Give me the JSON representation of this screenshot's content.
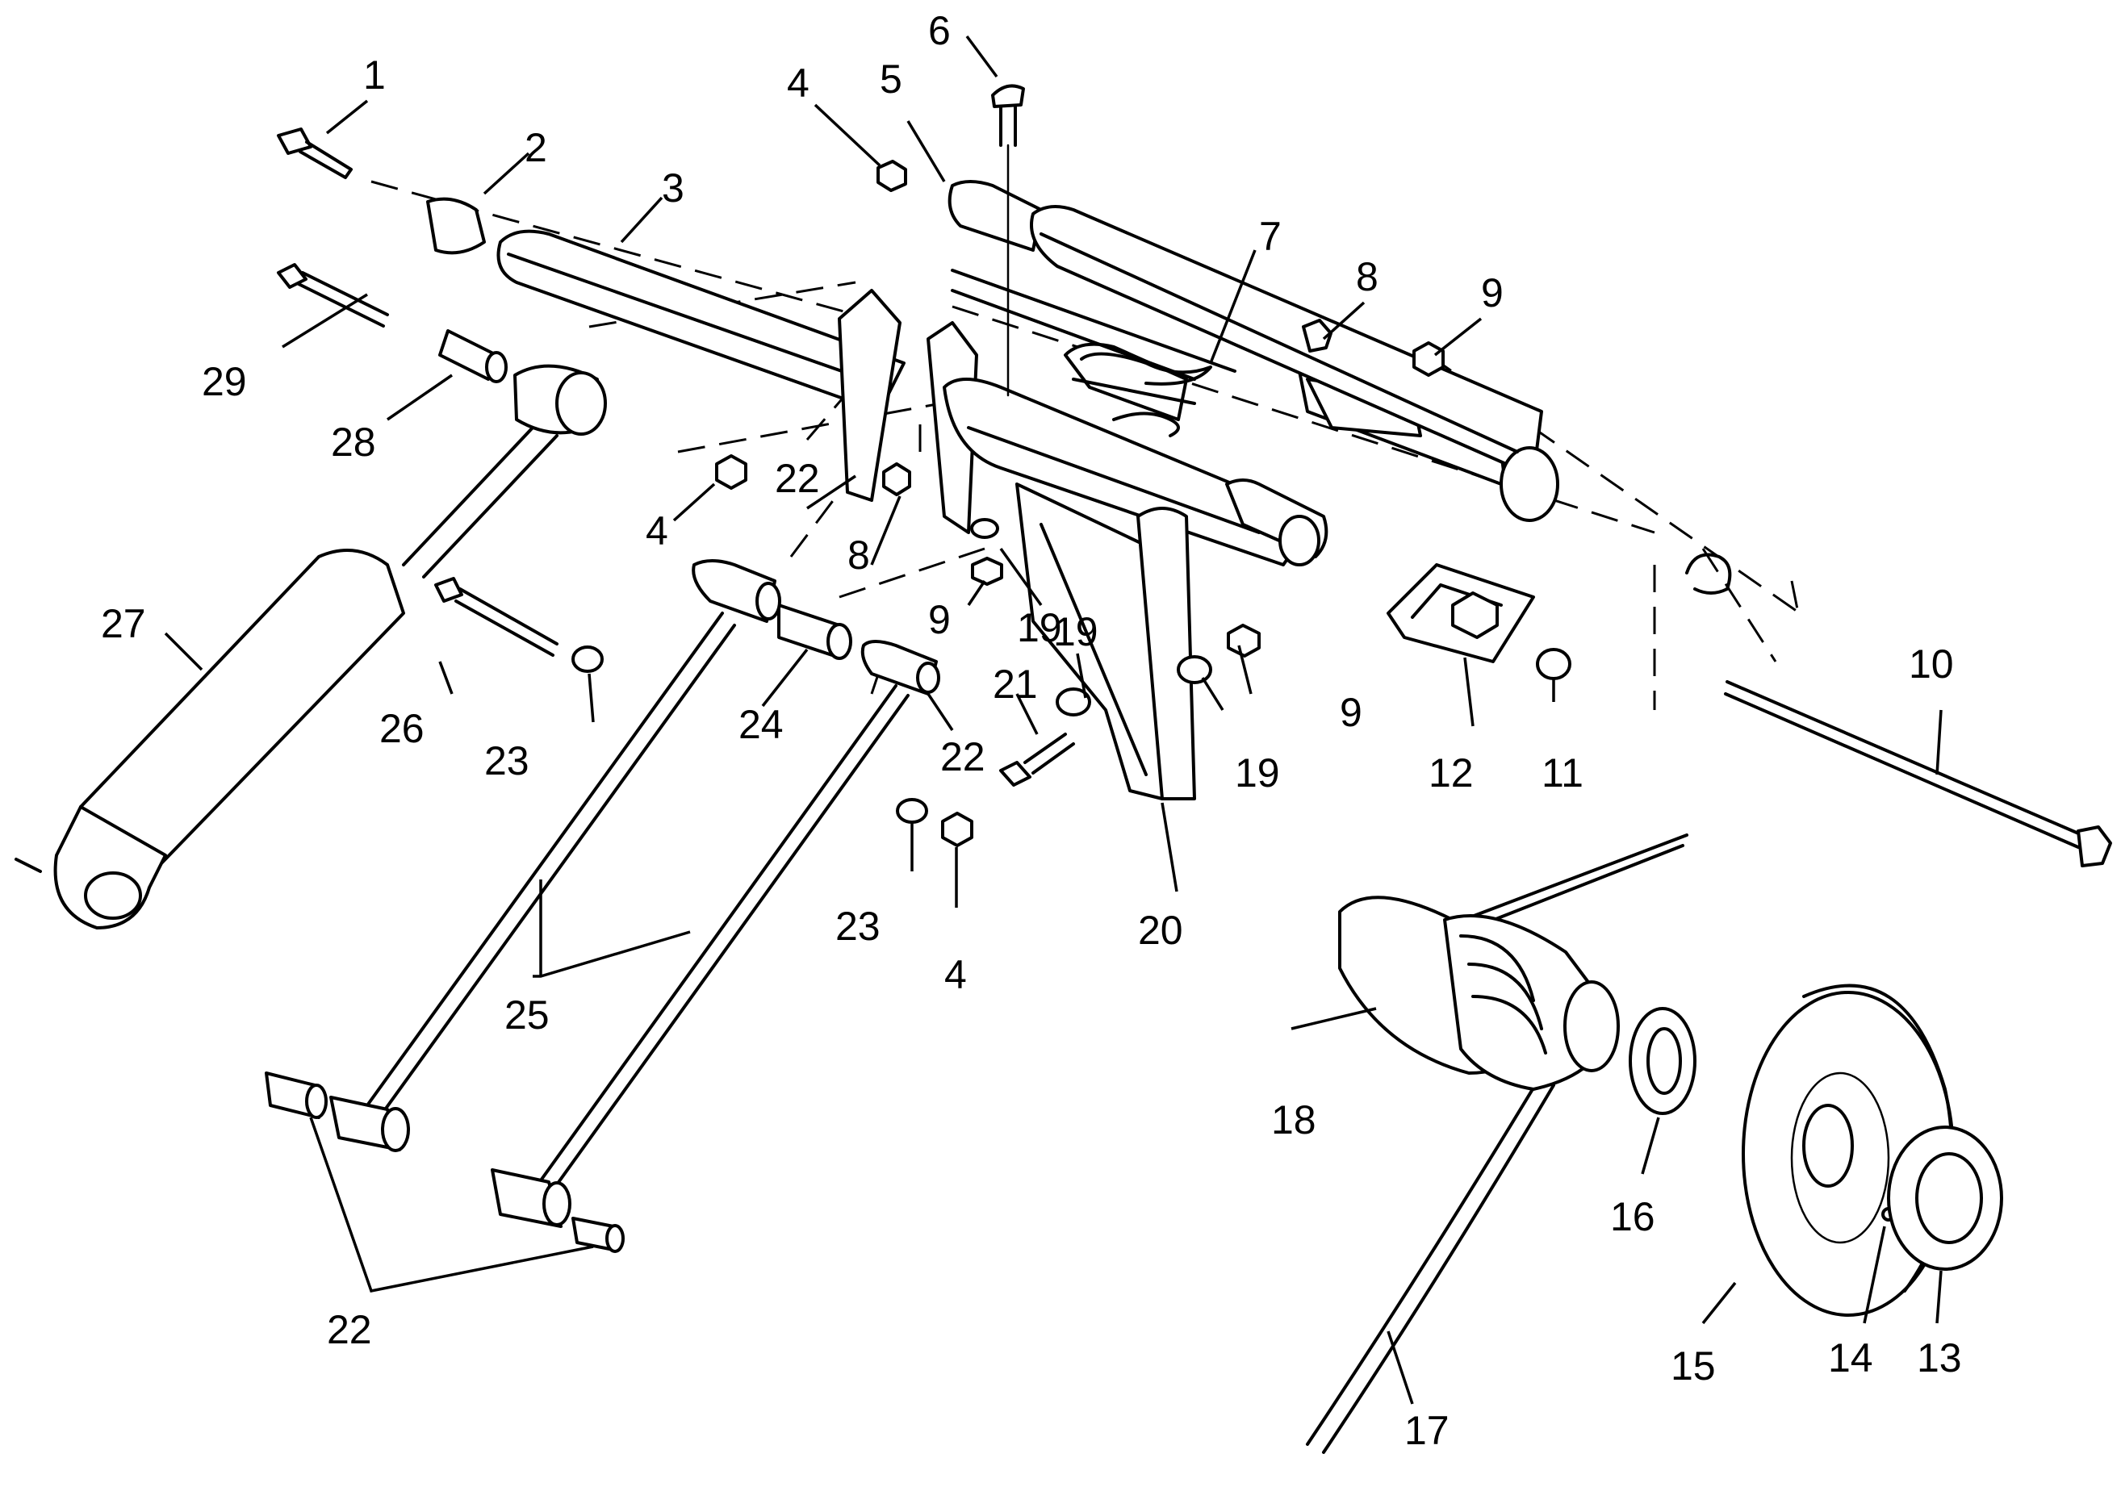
{
  "callouts": {
    "c1": "1",
    "c2": "2",
    "c3": "3",
    "c4a": "4",
    "c4b": "4",
    "c4c": "4",
    "c5": "5",
    "c6": "6",
    "c7": "7",
    "c8a": "8",
    "c8b": "8",
    "c9a": "9",
    "c9b": "9",
    "c9c": "9",
    "c10": "10",
    "c11": "11",
    "c12": "12",
    "c13": "13",
    "c14": "14",
    "c15": "15",
    "c16": "16",
    "c17": "17",
    "c18": "18",
    "c19a": "19",
    "c19b": "19",
    "c19c": "19",
    "c20": "20",
    "c21": "21",
    "c22a": "22",
    "c22b": "22",
    "c22c": "22",
    "c23a": "23",
    "c23b": "23",
    "c24": "24",
    "c25": "25",
    "c26": "26",
    "c27": "27",
    "c28": "28",
    "c29": "29"
  },
  "colors": {
    "ink": "#000000",
    "paper": "#ffffff"
  }
}
